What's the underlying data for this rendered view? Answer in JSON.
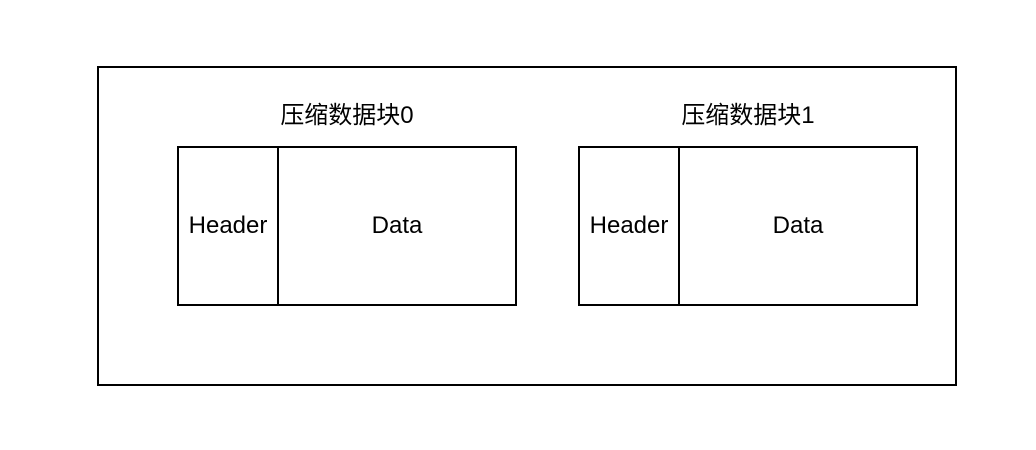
{
  "diagram": {
    "background_color": "#ffffff",
    "stroke_color": "#000000",
    "text_color": "#000000",
    "blocks": [
      {
        "title": "压缩数据块0",
        "header_label": "Header",
        "data_label": "Data"
      },
      {
        "title": "压缩数据块1",
        "header_label": "Header",
        "data_label": "Data"
      }
    ]
  }
}
